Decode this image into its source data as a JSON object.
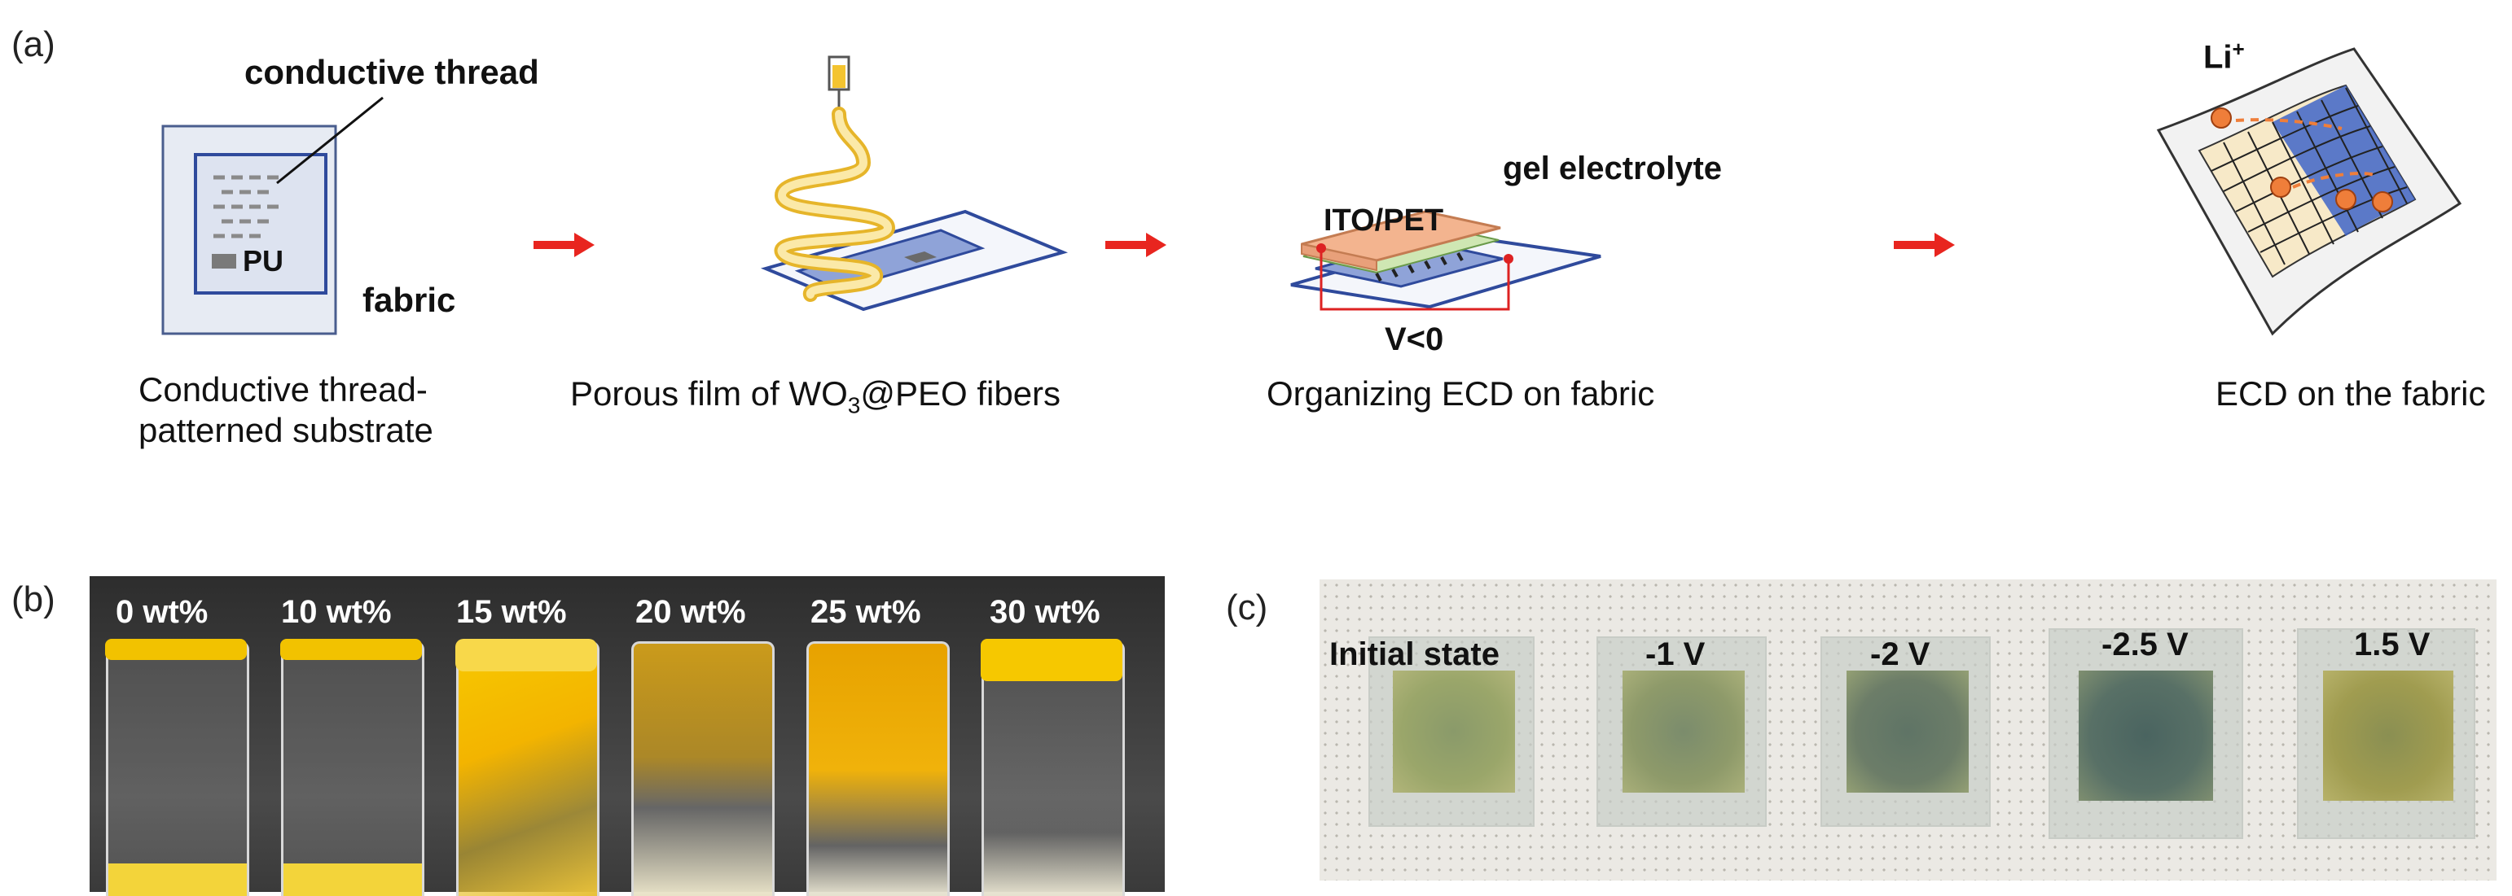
{
  "panel_a": {
    "label": "(a)",
    "step1": {
      "callout": "conductive thread",
      "pu": "PU",
      "fabric": "fabric",
      "caption_line1": "Conductive thread-",
      "caption_line2": "patterned substrate"
    },
    "step2": {
      "caption_prefix": "Porous film of WO",
      "caption_sub": "3",
      "caption_suffix": "@PEO fibers"
    },
    "step3": {
      "ito": "ITO/PET",
      "gel": "gel electrolyte",
      "voltage": "V<0",
      "caption": "Organizing ECD on fabric"
    },
    "step4": {
      "ion_base": "Li",
      "ion_sup": "+",
      "caption": "ECD on the fabric"
    }
  },
  "panel_b": {
    "label": "(b)",
    "samples": [
      "0 wt%",
      "10 wt%",
      "15 wt%",
      "20 wt%",
      "25 wt%",
      "30 wt%"
    ]
  },
  "panel_c": {
    "label": "(c)",
    "states": [
      "Initial state",
      "-1 V",
      "-2 V",
      "-2.5 V",
      "1.5 V"
    ]
  },
  "colors": {
    "arrow": "#e8251f",
    "fiber": "#f4c430",
    "substrate_blue": "#2f4a9c",
    "ito_orange": "#f3b48f",
    "vial_bg": "#3f3f3f"
  }
}
